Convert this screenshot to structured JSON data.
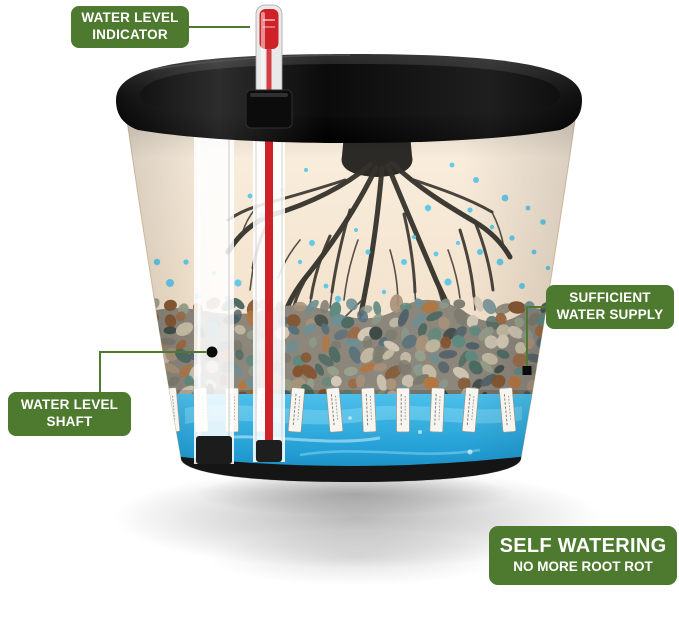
{
  "callouts": {
    "water_level_indicator": {
      "line1": "WATER LEVEL",
      "line2": "INDICATOR"
    },
    "sufficient_water_supply": {
      "line1": "SUFFICIENT",
      "line2": "WATER SUPPLY"
    },
    "water_level_shaft": {
      "line1": "WATER LEVEL",
      "line2": "SHAFT"
    },
    "self_watering": {
      "title": "SELF WATERING",
      "subtitle": "NO MORE ROOT ROT"
    }
  },
  "colors": {
    "badge_green": "#4d7a2e",
    "water_blue": "#2ba7db",
    "droplet_blue": "#58c6ea",
    "indicator_red": "#cf2128",
    "pot_cream": "#f5e6d2",
    "rim_black": "#0d0d0d",
    "page_background": "#ffffff"
  }
}
